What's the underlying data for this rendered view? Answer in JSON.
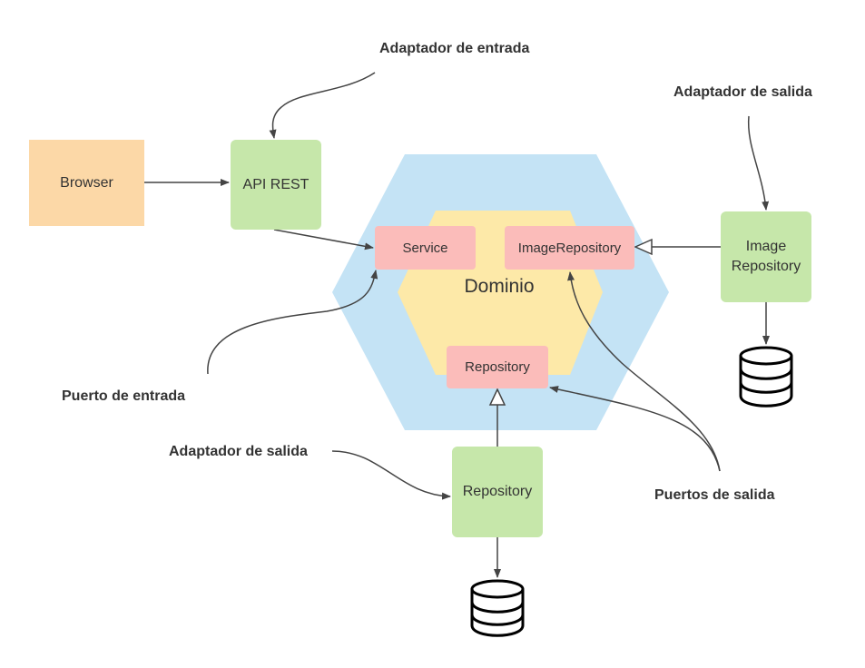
{
  "diagram": {
    "domain_label": "Dominio",
    "nodes": {
      "browser": "Browser",
      "api_rest": "API REST",
      "service": "Service",
      "image_repository_port": "ImageRepository",
      "repository_port": "Repository",
      "image_repository_adapter": "Image\nRepository",
      "repository_adapter": "Repository"
    },
    "labels": {
      "input_adapter": "Adaptador de entrada",
      "output_adapter_right": "Adaptador de salida",
      "input_port": "Puerto de entrada",
      "output_adapter_bottom": "Adaptador de salida",
      "output_ports": "Puertos de salida"
    },
    "icons": [
      "database-icon",
      "database-icon"
    ],
    "colors": {
      "hexagon_outer": "#c4e3f5",
      "hexagon_inner": "#fde9a8",
      "adapter": "#c6e7aa",
      "port": "#fbbcba",
      "client": "#fcd8a7",
      "text": "#333333",
      "arrow": "#444444"
    }
  }
}
